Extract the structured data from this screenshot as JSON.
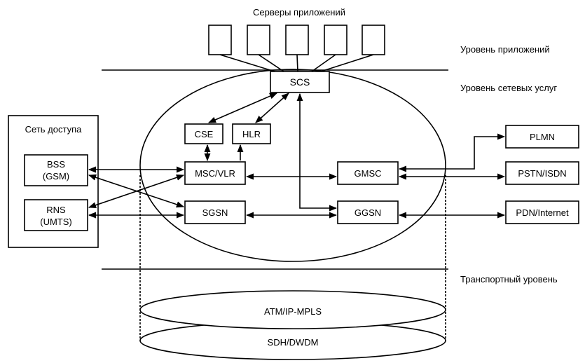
{
  "app_servers_title": "Серверы приложений",
  "levels": {
    "application": "Уровень приложений",
    "network_services": "Уровень сетевых услуг",
    "transport": "Транспортный уровень"
  },
  "access_network": {
    "title": "Сеть доступа",
    "bss_line1": "BSS",
    "bss_line2": "(GSM)",
    "rns_line1": "RNS",
    "rns_line2": "(UMTS)"
  },
  "nodes": {
    "scs": "SCS",
    "cse": "CSE",
    "hlr": "HLR",
    "msc_vlr": "MSC/VLR",
    "sgsn": "SGSN",
    "gmsc": "GMSC",
    "ggsn": "GGSN",
    "plmn": "PLMN",
    "pstn_isdn": "PSTN/ISDN",
    "pdn_internet": "PDN/Internet"
  },
  "transport": {
    "top_layer": "ATM/IP-MPLS",
    "bottom_layer": "SDH/DWDM"
  },
  "style": {
    "line_color": "#000000",
    "background": "#ffffff"
  }
}
